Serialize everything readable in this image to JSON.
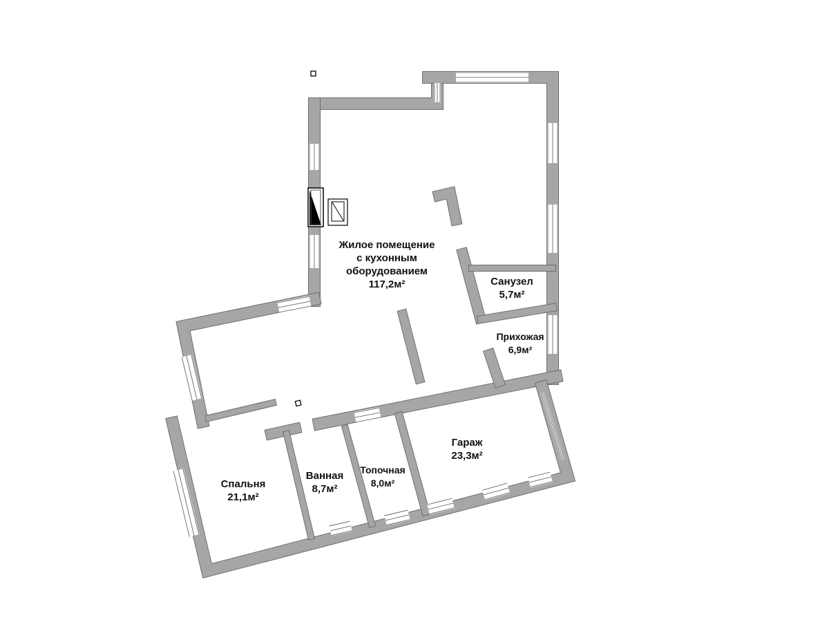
{
  "colors": {
    "wall": "#a6a6a6",
    "wall_outline": "#6e6e6e",
    "window": "#ffffff",
    "background": "#ffffff"
  },
  "rooms": [
    {
      "name_lines": [
        "Жилое помещение",
        "с кухонным",
        "оборудованием"
      ],
      "area": "117,2м²"
    },
    {
      "name_lines": [
        "Санузел"
      ],
      "area": "5,7м²"
    },
    {
      "name_lines": [
        "Прихожая"
      ],
      "area": "6,9м²"
    },
    {
      "name_lines": [
        "Гараж"
      ],
      "area": "23,3м²"
    },
    {
      "name_lines": [
        "Спальня"
      ],
      "area": "21,1м²"
    },
    {
      "name_lines": [
        "Ванная"
      ],
      "area": "8,7м²"
    },
    {
      "name_lines": [
        "Топочная"
      ],
      "area": "8,0м²"
    }
  ]
}
